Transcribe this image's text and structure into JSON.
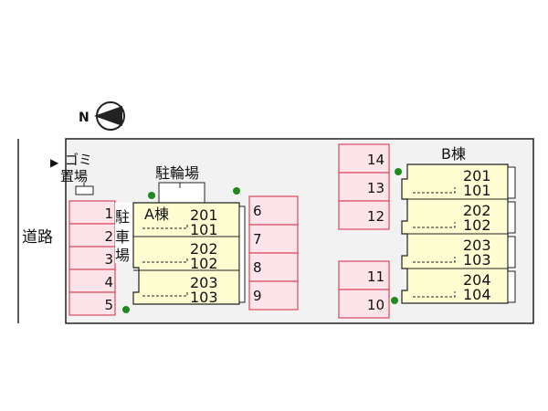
{
  "compass": {
    "label": "N"
  },
  "road": {
    "label": "道路"
  },
  "garbage": {
    "arrow": "▶",
    "line1": "ゴミ",
    "line2": "置場"
  },
  "bicycle": {
    "label": "駐輪場"
  },
  "parking_label": [
    "駐",
    "車",
    "場"
  ],
  "building_a": {
    "name": "A棟",
    "units": [
      {
        "upper": "201",
        "lower": "101"
      },
      {
        "upper": "202",
        "lower": "102"
      },
      {
        "upper": "203",
        "lower": "103"
      }
    ]
  },
  "building_b": {
    "name": "B棟",
    "units": [
      {
        "upper": "201",
        "lower": "101"
      },
      {
        "upper": "202",
        "lower": "102"
      },
      {
        "upper": "203",
        "lower": "103"
      },
      {
        "upper": "204",
        "lower": "104"
      }
    ]
  },
  "parking_spaces": {
    "left_column": [
      "1",
      "2",
      "3",
      "4",
      "5"
    ],
    "middle_column": [
      "6",
      "7",
      "8",
      "9"
    ],
    "right_upper": [
      "14",
      "13",
      "12"
    ],
    "right_lower": [
      "11",
      "10"
    ]
  },
  "colors": {
    "site_fill": "#f2f2f2",
    "parking_fill": "#fde4ea",
    "parking_stroke": "#d9485f",
    "building_fill": "#fefed2",
    "tree": "#1e8a1e"
  }
}
